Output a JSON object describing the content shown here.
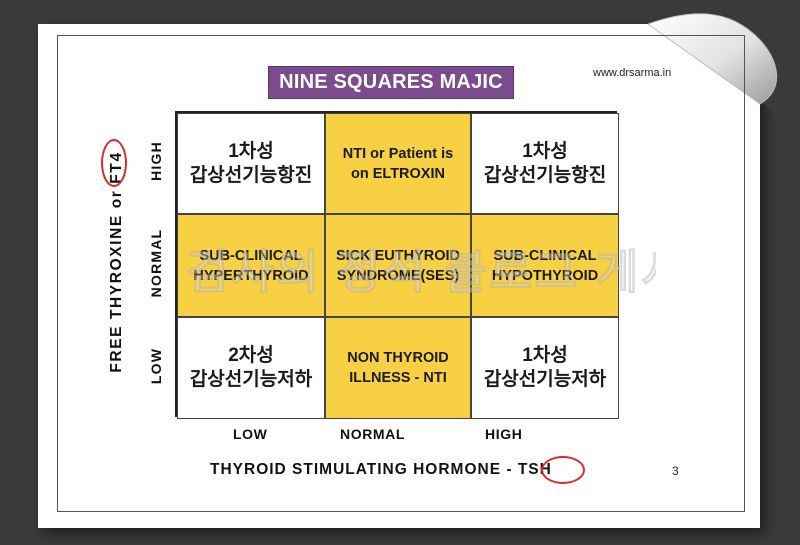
{
  "website": "www.drsarma.in",
  "slide_title": "NINE SQUARES MAJIC",
  "page_number": "3",
  "watermark": "검사의 정석 블로그 게시",
  "y_axis": {
    "title": "FREE THYROXINE or FT4",
    "ticks": [
      "HIGH",
      "NORMAL",
      "LOW"
    ]
  },
  "x_axis": {
    "title": "THYROID STIMULATING HORMONE - TSH",
    "ticks": [
      "LOW",
      "NORMAL",
      "HIGH"
    ]
  },
  "cells": [
    {
      "text": "1차성\n갑상선기능항진",
      "color": "#ffffff",
      "style": "big"
    },
    {
      "text": "NTI or Patient is\non ELTROXIN",
      "color": "#f7d044",
      "style": "small"
    },
    {
      "text": "1차성\n갑상선기능항진",
      "color": "#ffffff",
      "style": "big"
    },
    {
      "text": "SUB-CLINICAL\nHYPERTHYROID",
      "color": "#f7d044",
      "style": "small"
    },
    {
      "text": "SICK EUTHYROID\nSYNDROME(SES)",
      "color": "#f7d044",
      "style": "small"
    },
    {
      "text": "SUB-CLINICAL\nHYPOTHYROID",
      "color": "#f7d044",
      "style": "small"
    },
    {
      "text": "2차성\n갑상선기능저하",
      "color": "#ffffff",
      "style": "big"
    },
    {
      "text": "NON THYROID\nILLNESS - NTI",
      "color": "#f7d044",
      "style": "small"
    },
    {
      "text": "1차성\n갑상선기능저하",
      "color": "#ffffff",
      "style": "big"
    }
  ],
  "colors": {
    "title_bg": "#7b4b8e",
    "highlight": "#f7d044",
    "ring": "#d62b2b",
    "background": "#3a3a3a"
  }
}
